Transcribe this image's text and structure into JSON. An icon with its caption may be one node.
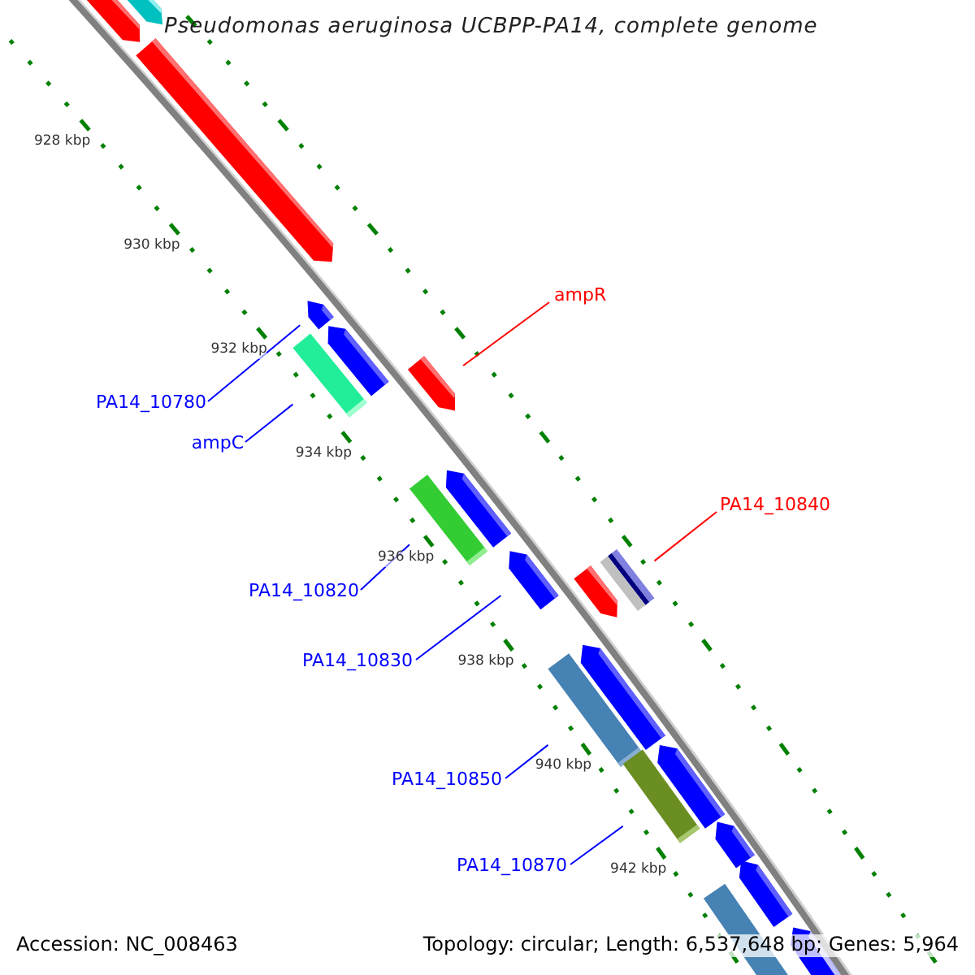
{
  "diagram": {
    "title": "Pseudomonas aeruginosa UCBPP-PA14, complete genome",
    "nodes": [
      {
        "text": [
          "ampR"
        ]
      },
      {
        "text": [],
        "shape": "arrow"
      },
      {
        "text": [
          "PA14_10780"
        ]
      },
      {
        "text": [],
        "shape": "arrow"
      },
      {
        "text": [
          "ampC"
        ]
      },
      {
        "text": [],
        "shape": "arrow"
      },
      {
        "text": [
          "PA14_10820"
        ]
      },
      {
        "text": [],
        "shape": "arrow"
      },
      {
        "text": [
          "PA14_10830"
        ]
      },
      {
        "text": [],
        "shape": "arrow"
      },
      {
        "text": [
          "PA14_10840"
        ]
      },
      {
        "text": [],
        "shape": "arrow"
      },
      {
        "text": [
          "PA14_10850"
        ]
      },
      {
        "text": [],
        "shape": "arrow"
      },
      {
        "text": [
          "PA14_10870"
        ]
      },
      {
        "text": [],
        "shape": "arrow"
      },
      {
        "text": [],
        "shape": "arrow"
      },
      {
        "text": [],
        "shape": "arrow"
      },
      {
        "text": [],
        "shape": "arrow"
      },
      {
        "text": [],
        "shape": "arrow"
      },
      {
        "text": [],
        "shape": "arrow"
      },
      {
        "text": [],
        "shape": "arrow"
      },
      {
        "text": [],
        "shape": "arrow"
      },
      {
        "text": [],
        "shape": "arrow"
      },
      {
        "text": [],
        "shape": "arrow"
      },
      {
        "text": [],
        "shape": "arrow"
      },
      {
        "text": [],
        "shape": "arrow"
      },
      {
        "text": [],
        "shape": "arrow"
      }
    ],
    "edges": [
      {
        "from": 0,
        "to": 1,
        "arrow": "none",
        "color": "#ff0000"
      },
      {
        "from": 2,
        "to": 3,
        "arrow": "none"
      },
      {
        "from": 4,
        "to": 5,
        "arrow": "none"
      },
      {
        "from": 6,
        "to": 7,
        "arrow": "none"
      },
      {
        "from": 8,
        "to": 9,
        "arrow": "none"
      },
      {
        "from": 10,
        "to": 11,
        "arrow": "none",
        "color": "#ff0000"
      },
      {
        "from": 12,
        "to": 13,
        "arrow": "none"
      },
      {
        "from": 14,
        "to": 15,
        "arrow": "none"
      }
    ],
    "labels": [
      "928 kbp",
      "930 kbp",
      "932 kbp",
      "934 kbp",
      "936 kbp",
      "938 kbp",
      "940 kbp",
      "942 kbp",
      "Accession: NC_008463",
      "Topology: circular; Length: 6,537,648 bp; Genes: 5,964"
    ]
  }
}
